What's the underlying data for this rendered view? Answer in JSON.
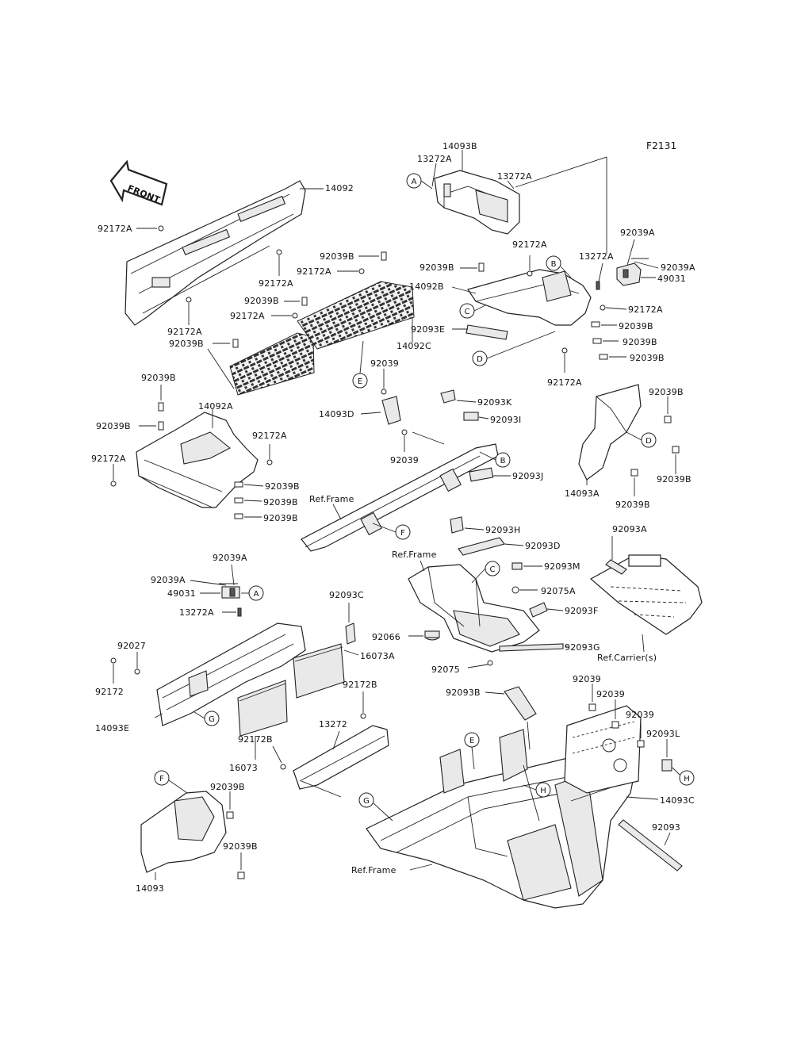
{
  "figure_code": "F2131",
  "front_label": "FRONT",
  "callouts": {
    "A": "A",
    "B": "B",
    "C": "C",
    "D": "D",
    "E": "E",
    "F": "F",
    "G": "G",
    "H": "H"
  },
  "labels": {
    "p14093B": "14093B",
    "p13272A_1": "13272A",
    "p13272A_2": "13272A",
    "p14092": "14092",
    "p92172A_1": "92172A",
    "p92039B_1": "92039B",
    "p92172A_2": "92172A",
    "p92172A_3": "92172A",
    "p92039B_2": "92039B",
    "p92172A_4": "92172A",
    "p92172A_5": "92172A",
    "p92039B_3": "92039B",
    "p92039B_4": "92039B",
    "p14092B": "14092B",
    "p92172A_6": "92172A",
    "p13272A_3": "13272A",
    "p92039A_1": "92039A",
    "p92039A_2": "92039A",
    "p49031_1": "49031",
    "p92172A_7": "92172A",
    "p92039B_5": "92039B",
    "p92093E": "92093E",
    "p92039B_6": "92039B",
    "p92039B_7": "92039B",
    "p14092C": "14092C",
    "p92172A_8": "92172A",
    "p92039_1": "92039",
    "p92039B_8": "92039B",
    "p14092A": "14092A",
    "p92039B_9": "92039B",
    "p92172A_9": "92172A",
    "p92172A_10": "92172A",
    "p92039B_10": "92039B",
    "p92039B_11": "92039B",
    "p92039B_12": "92039B",
    "p14093D": "14093D",
    "p92093K": "92093K",
    "p92093I": "92093I",
    "p92039_2": "92039",
    "p92093J": "92093J",
    "p92039B_13": "92039B",
    "p92039B_14": "92039B",
    "p14093A": "14093A",
    "p92039B_15": "92039B",
    "ref_frame_1": "Ref.Frame",
    "ref_frame_2": "Ref.Frame",
    "p92093H": "92093H",
    "p92093D": "92093D",
    "p92093M": "92093M",
    "p92075A": "92075A",
    "p92093F": "92093F",
    "p92066": "92066",
    "p92093G": "92093G",
    "p92075": "92075",
    "p92093A": "92093A",
    "ref_carrier": "Ref.Carrier(s)",
    "p92039A_3": "92039A",
    "p92039A_4": "92039A",
    "p49031_2": "49031",
    "p13272A_4": "13272A",
    "p92093C": "92093C",
    "p92027": "92027",
    "p16073A": "16073A",
    "p92172": "92172",
    "p14093E": "14093E",
    "p16073": "16073",
    "p92172B_1": "92172B",
    "p13272": "13272",
    "p92172B_2": "92172B",
    "p92093B": "92093B",
    "p92039_3": "92039",
    "p92039_4": "92039",
    "p92039_5": "92039",
    "p92093L": "92093L",
    "p14093C": "14093C",
    "p92039B_16": "92039B",
    "p92039B_17": "92039B",
    "p14093": "14093",
    "p92093": "92093",
    "ref_frame_3": "Ref.Frame"
  }
}
